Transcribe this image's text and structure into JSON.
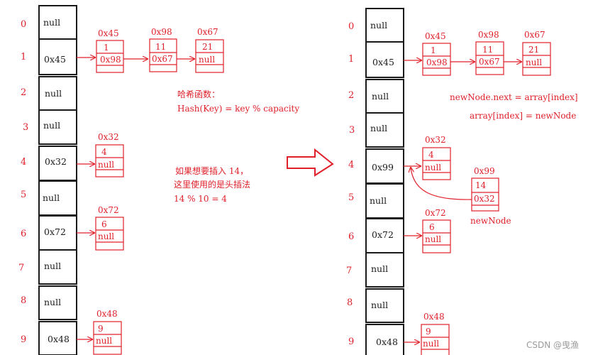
{
  "before": {
    "indices": [
      "0",
      "1",
      "2",
      "3",
      "4",
      "5",
      "6",
      "7",
      "8",
      "9"
    ],
    "slots": [
      "null",
      "0x45",
      "null",
      "null",
      "0x32",
      "null",
      "0x72",
      "null",
      "null",
      "0x48"
    ],
    "chain1": [
      {
        "addr": "0x45",
        "value": "1",
        "next": "0x98"
      },
      {
        "addr": "0x98",
        "value": "11",
        "next": "0x67"
      },
      {
        "addr": "0x67",
        "value": "21",
        "next": "null"
      }
    ],
    "node4": {
      "addr": "0x32",
      "value": "4",
      "next": "null"
    },
    "node6": {
      "addr": "0x72",
      "value": "6",
      "next": "null"
    },
    "node9": {
      "addr": "0x48",
      "value": "9",
      "next": "null"
    }
  },
  "after": {
    "indices": [
      "0",
      "1",
      "2",
      "3",
      "4",
      "5",
      "6",
      "7",
      "8",
      "9"
    ],
    "slots": [
      "null",
      "0x45",
      "null",
      "null",
      "0x99",
      "null",
      "0x72",
      "null",
      "null",
      "0x48"
    ],
    "chain1": [
      {
        "addr": "0x45",
        "value": "1",
        "next": "0x98"
      },
      {
        "addr": "0x98",
        "value": "11",
        "next": "0x67"
      },
      {
        "addr": "0x67",
        "value": "21",
        "next": "null"
      }
    ],
    "node4": {
      "addr": "0x32",
      "value": "4",
      "next": "null"
    },
    "new_node": {
      "addr": "0x99",
      "value": "14",
      "next": "0x32",
      "label": "newNode"
    },
    "node6": {
      "addr": "0x72",
      "value": "6",
      "next": "null"
    },
    "node9": {
      "addr": "0x48",
      "value": "9",
      "next": "null"
    }
  },
  "notes": {
    "hash_title": "哈希函数：",
    "hash_formula": "Hash(Key) = key % capacity",
    "insert_line1": "如果想要插入 14，",
    "insert_line2": "这里使用的是头插法",
    "insert_line3": "14 % 10 = 4",
    "code_line1": "newNode.next = array[index]",
    "code_line2": "array[index] = newNode"
  },
  "watermark": "CSDN @曳渔",
  "colors": {
    "accent": "#e0202a",
    "ink": "#1a1a1a",
    "background": "#ffffff"
  }
}
